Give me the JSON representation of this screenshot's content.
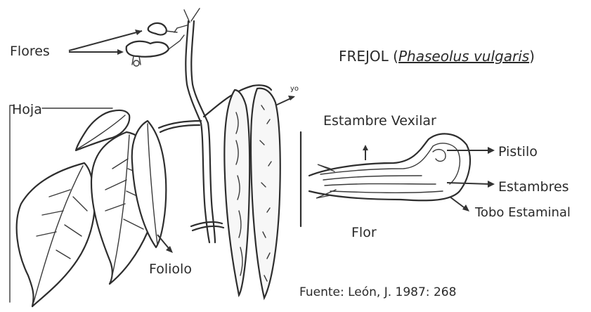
{
  "title": {
    "prefix": "FREJOL (",
    "scientific_name": "Phaseolus vulgaris",
    "suffix": ")"
  },
  "labels": {
    "flores": "Flores",
    "hoja": "Hoja",
    "foliolo": "Foliolo",
    "estambre_vexilar": "Estambre Vexilar",
    "pistilo": "Pistilo",
    "estambres": "Estambres",
    "tobo_estaminal": "Tobo Estaminal",
    "flor": "Flor",
    "pod_mark": "yo"
  },
  "source": "Fuente: León, J. 1987: 268",
  "colors": {
    "ink": "#2e2e2e",
    "background": "#ffffff"
  }
}
